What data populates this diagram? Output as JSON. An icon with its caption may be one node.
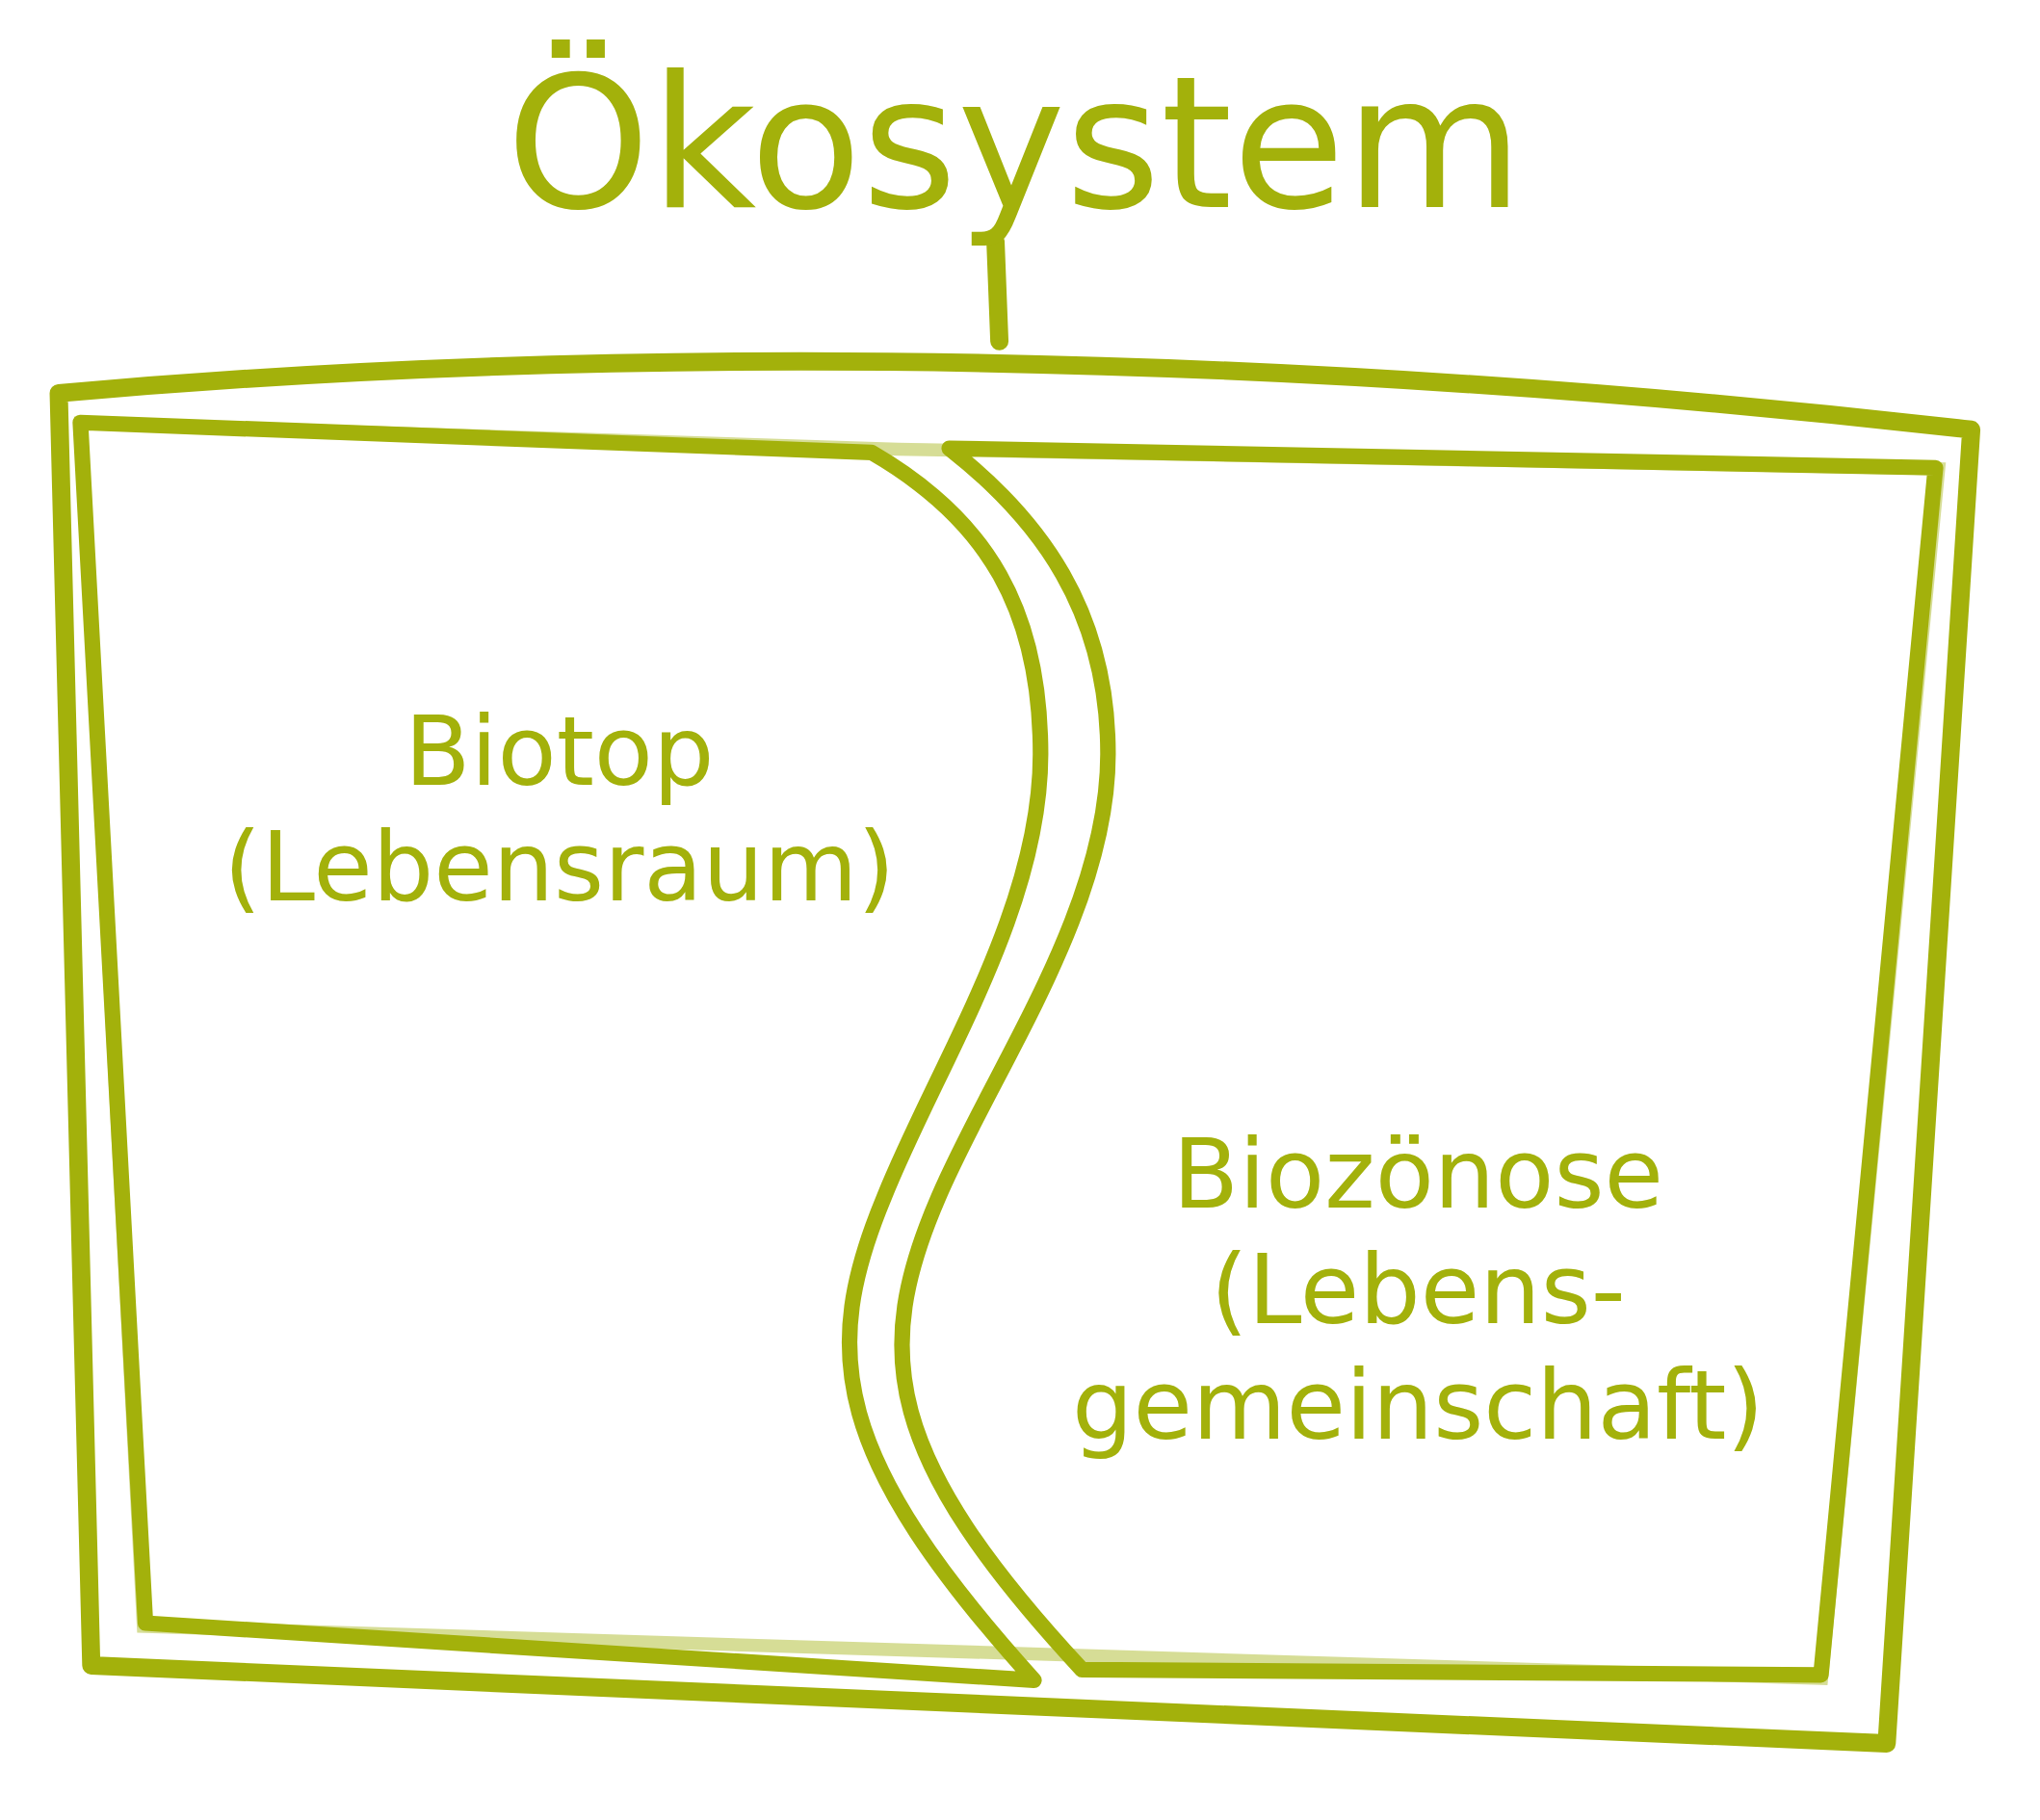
{
  "diagram": {
    "nodes": [
      {
        "text": [
          "Ökosystem"
        ]
      },
      {
        "text": [
          "Biotop",
          "(Lebensraum)"
        ],
        "in": 0
      },
      {
        "text": [
          "Biozönose",
          "(Lebens- gemeinschaft)"
        ],
        "in": 0
      }
    ]
  }
}
